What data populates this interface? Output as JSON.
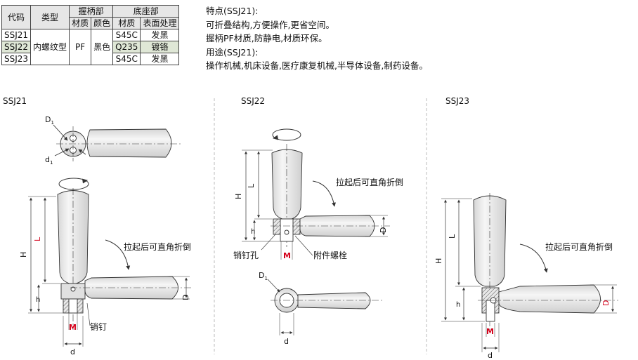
{
  "table": {
    "h_code": "代码",
    "h_type": "类型",
    "h_handle": "握柄部",
    "h_base": "底座部",
    "h_material": "材质",
    "h_color": "颜色",
    "h_base_material": "材质",
    "h_surface": "表面处理",
    "type_value": "内螺纹型",
    "handle_material": "PF",
    "handle_color": "黑色",
    "rows": [
      {
        "code": "SSJ21",
        "material": "S45C",
        "surface": "发黑"
      },
      {
        "code": "SSJ22",
        "material": "Q235",
        "surface": "镀铬"
      },
      {
        "code": "SSJ23",
        "material": "S45C",
        "surface": "发黑"
      }
    ]
  },
  "features": {
    "line1": "特点(SSJ21):",
    "line2": "可折叠结构,方便操作,更省空间。",
    "line3": "握柄PF材质,防静电,材质环保。",
    "line4": "用途(SSJ21):",
    "line5": "操作机械,机床设备,医疗康复机械,半导体设备,制药设备。"
  },
  "diagram": {
    "ssj21": {
      "title": "SSJ21",
      "D1": "D",
      "d1": "d",
      "sub1": "1",
      "H": "H",
      "L": "L",
      "h": "h",
      "D": "D",
      "M": "M",
      "d": "d",
      "fold_note": "拉起后可直角折倒",
      "pin": "销钉"
    },
    "ssj22": {
      "title": "SSJ22",
      "H": "H",
      "L": "L",
      "h": "h",
      "D": "D",
      "M": "M",
      "fold_note": "拉起后可直角折倒",
      "pin_hole": "销钉孔",
      "bolt": "附件螺栓",
      "D1": "D",
      "sub1": "1",
      "d": "d"
    },
    "ssj23": {
      "title": "SSJ23",
      "H": "H",
      "L": "L",
      "h": "h",
      "D": "D",
      "M": "M",
      "d": "d",
      "fold_note": "拉起后可直角折倒"
    },
    "colors": {
      "red": "#d4001a",
      "line": "#333333",
      "grip": "#efefef",
      "base": "#d9d9d9"
    }
  }
}
